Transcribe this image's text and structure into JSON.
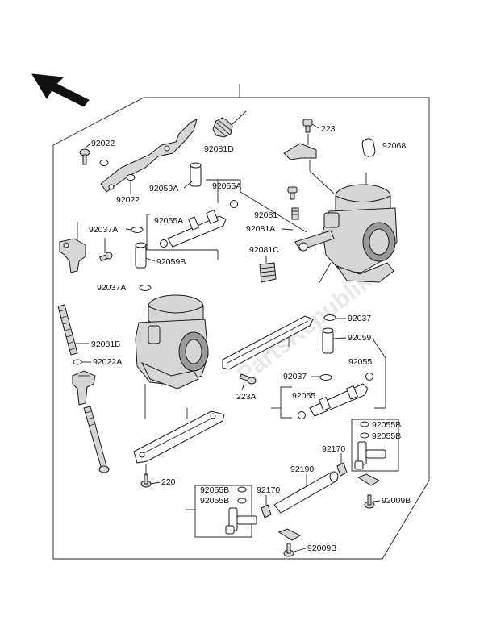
{
  "watermark": "PartsRepublik",
  "labels": {
    "l223": "223",
    "l92068": "92068",
    "l92022a": "92022",
    "l92022b": "92022",
    "l92081D": "92081D",
    "l92059A": "92059A",
    "l92055A_top": "92055A",
    "l92055A_left": "92055A",
    "l92081": "92081",
    "l92081A": "92081A",
    "l92037A_top": "92037A",
    "l92081C": "92081C",
    "l92059B": "92059B",
    "l92037A_mid": "92037A",
    "l92081B": "92081B",
    "l92022A": "92022A",
    "l92037_top": "92037",
    "l92059": "92059",
    "l92055_right": "92055",
    "l92037_mid": "92037",
    "l92055_mid": "92055",
    "l223A": "223A",
    "l92055B_r1": "92055B",
    "l92055B_r2": "92055B",
    "l92170_r": "92170",
    "l92190": "92190",
    "l220": "220",
    "l92055B_l1": "92055B",
    "l92055B_l2": "92055B",
    "l92170_l": "92170",
    "l92009B_r": "92009B",
    "l92009B_b": "92009B"
  },
  "colors": {
    "outline": "#1a1a1a",
    "part_fill": "#d6d6d6",
    "dark_fill": "#9a9a9a",
    "watermark": "#e9e9e9"
  },
  "icons": {
    "arrow": "front-direction-arrow-icon"
  }
}
